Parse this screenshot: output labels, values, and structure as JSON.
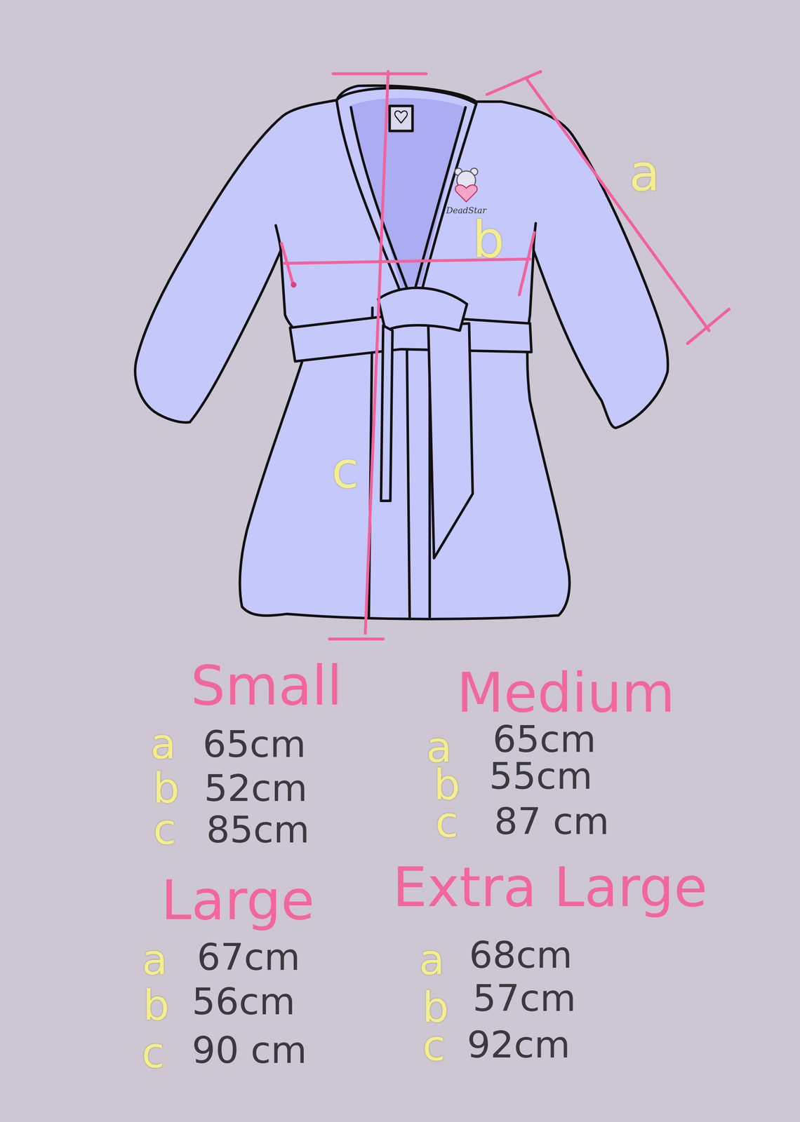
{
  "diagram": {
    "labels": [
      "a",
      "b",
      "c",
      "DeadStar",
      "Small",
      "a",
      "65cm",
      "b",
      "52cm",
      "c",
      "85cm",
      "Medium",
      "a",
      "65cm",
      "b",
      "55cm",
      "c",
      "87 cm",
      "Large",
      "a",
      "67cm",
      "b",
      "56cm",
      "c",
      "90 cm",
      "Extra Large",
      "a",
      "68cm",
      "b",
      "57cm",
      "c",
      "92cm"
    ]
  }
}
